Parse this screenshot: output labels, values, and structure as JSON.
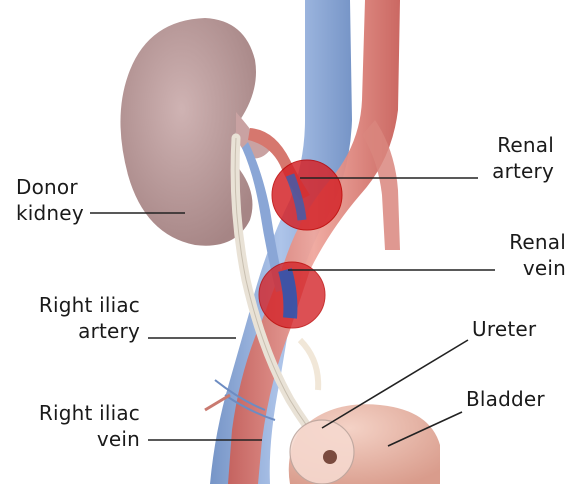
{
  "labels": {
    "donor_kidney": [
      "Donor",
      "kidney"
    ],
    "renal_artery": [
      "Renal",
      "artery"
    ],
    "renal_vein": [
      "Renal",
      "vein"
    ],
    "right_iliac_artery": [
      "Right iliac",
      "artery"
    ],
    "ureter": "Ureter",
    "right_iliac_vein": [
      "Right iliac",
      "vein"
    ],
    "bladder": "Bladder"
  },
  "colors": {
    "vein_blue": "#7f9fd0",
    "artery_red": "#d97a72",
    "kidney": "#b99a9a",
    "ureter": "#ece6dc",
    "bladder": "#e8b8a8",
    "leader_line": "#222222"
  }
}
